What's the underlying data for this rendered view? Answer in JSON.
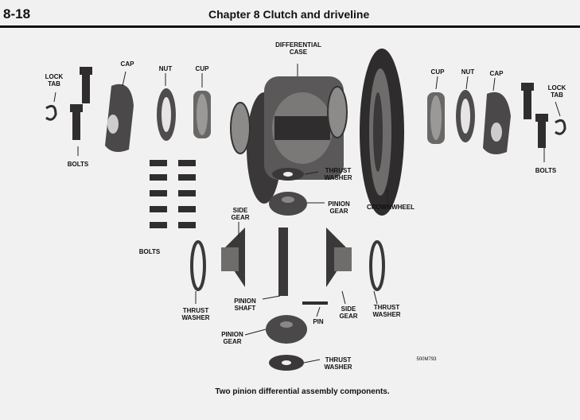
{
  "header": {
    "page_number": "8-18",
    "chapter_title": "Chapter 8  Clutch and driveline"
  },
  "labels": {
    "differential_case": "DIFFERENTIAL\nCASE",
    "lock_tab_left": "LOCK\nTAB",
    "cap_left": "CAP",
    "nut_left": "NUT",
    "cup_left": "CUP",
    "bolts_left": "BOLTS",
    "bolts_stack": "BOLTS",
    "thrust_washer_top": "THRUST\nWASHER",
    "pinion_gear_top": "PINION\nGEAR",
    "crownwheel": "CROWNWHEEL",
    "side_gear_left": "SIDE\nGEAR",
    "cup_right": "CUP",
    "nut_right": "NUT",
    "cap_right": "CAP",
    "lock_tab_right": "LOCK\nTAB",
    "bolts_right": "BOLTS",
    "thrust_washer_left": "THRUST\nWASHER",
    "pinion_shaft": "PINION\nSHAFT",
    "pin": "PIN",
    "side_gear_right": "SIDE\nGEAR",
    "thrust_washer_right": "THRUST\nWASHER",
    "pinion_gear_bottom": "PINION\nGEAR",
    "thrust_washer_bottom": "THRUST\nWASHER",
    "figure_code": "500M793"
  },
  "caption": "Two pinion differential assembly components."
}
